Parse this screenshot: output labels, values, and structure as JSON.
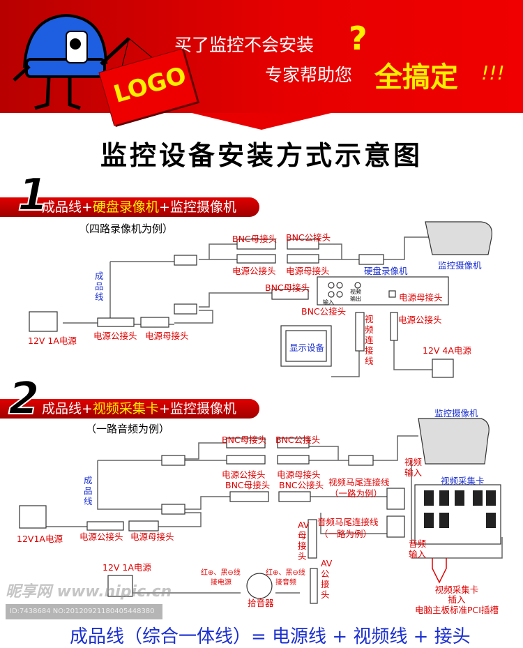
{
  "header": {
    "slogan_line1": "买了监控不会安装",
    "question_mark": "?",
    "slogan_line2": "专家帮助您",
    "slogan_emphasis": "全搞定",
    "exclaim": "!!!",
    "logo": "LOGO"
  },
  "title": "监控设备安装方式示意图",
  "section1": {
    "number": "1",
    "heading_a": "成品线+",
    "heading_b": "硬盘录像机",
    "heading_c": "+监控摄像机",
    "subtitle": "（四路录像机为例）",
    "labels": {
      "bnc_female_1": "BNC母接头",
      "bnc_male_1": "BNC公接头",
      "power_male_1": "电源公接头",
      "power_female_1": "电源母接头",
      "dvr": "硬盘录像机",
      "camera": "监控摄像机",
      "cable": "成品线",
      "bnc_female_2": "BNC母接头",
      "dvr_power_female": "电源母接头",
      "dvr_in": "输入",
      "dvr_out": "视频输出",
      "bnc_male_2": "BNC公接头",
      "video_cable": "视频连接线",
      "power_male_2": "电源公接头",
      "psu_left": "12V 1A电源",
      "power_male_3": "电源公接头",
      "power_female_3": "电源母接头",
      "monitor": "显示设备",
      "psu_right": "12V 4A电源"
    }
  },
  "section2": {
    "number": "2",
    "heading_a": "成品线+",
    "heading_b": "视频采集卡",
    "heading_c": "+监控摄像机",
    "subtitle": "（一路音频为例）",
    "labels": {
      "bnc_female_1": "BNC母接头",
      "bnc_male_1": "BNC公接头",
      "power_male_1": "电源公接头",
      "power_female_1": "电源母接头",
      "camera": "监控摄像机",
      "video_in": "视频输入",
      "capture_card": "视频采集卡",
      "cable": "成品线",
      "bnc_female_2": "BNC母接头",
      "bnc_male_2": "BNC公接头",
      "video_tail": "视频马尾连接线",
      "video_tail_note": "（一路为例）",
      "audio_tail": "音频马尾连接线",
      "audio_tail_note": "（一路为例）",
      "av_female": "AV母接头",
      "audio_in": "音频输入",
      "psu_1": "12V1A电源",
      "power_male_2": "电源公接头",
      "power_female_2": "电源母接头",
      "psu_2": "12V 1A电源",
      "wire_power_1": "红⊕、黑⊖线",
      "wire_power_2": "接电源",
      "mic": "拾音器",
      "wire_audio_1": "红⊕、黑⊖线",
      "wire_audio_2": "接音频",
      "av_male": "AV公接头",
      "note_1": "视频采集卡",
      "note_2": "插入",
      "note_3": "电脑主板标准PCI插槽"
    }
  },
  "footer": "成品线（综合一体线）= 电源线 + 视频线 + 接头",
  "watermark": "昵享网 www.nipic.cn",
  "image_id": "ID:7438684 NO:20120921180405448380",
  "colors": {
    "banner_red": "#e00000",
    "highlight_yellow": "#ffef00",
    "label_red": "#e00000",
    "label_blue": "#1a2fd0"
  }
}
